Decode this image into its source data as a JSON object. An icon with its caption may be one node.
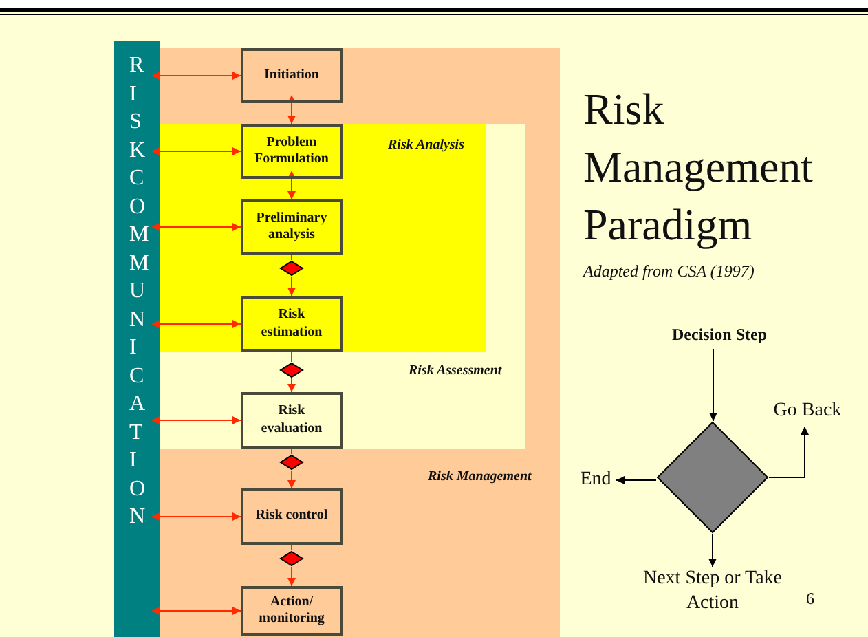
{
  "diagram": {
    "title": "Risk Management Paradigm",
    "caption": "Adapted from CSA (1997)",
    "nodes": [
      {
        "text": [
          "RISK COMMUNICATION"
        ]
      },
      {
        "text": [
          "Risk Management"
        ]
      },
      {
        "text": [
          "Initiation"
        ],
        "in": 1
      },
      {
        "text": [
          "Risk Assessment"
        ],
        "in": 1
      },
      {
        "text": [
          "Risk Analysis"
        ],
        "in": 3
      },
      {
        "text": [
          "Problem Formulation"
        ],
        "in": 4
      },
      {
        "text": [
          "Preliminary analysis"
        ],
        "in": 4
      },
      {
        "text": [],
        "shape": "diamond",
        "in": 4
      },
      {
        "text": [
          "Risk estimation"
        ],
        "in": 4
      },
      {
        "text": [],
        "shape": "diamond",
        "in": 3
      },
      {
        "text": [
          "Risk evaluation"
        ],
        "in": 3
      },
      {
        "text": [],
        "shape": "diamond",
        "in": 1
      },
      {
        "text": [
          "Risk control"
        ],
        "in": 1
      },
      {
        "text": [],
        "shape": "diamond",
        "in": 1
      },
      {
        "text": [
          "Action/ monitoring"
        ],
        "in": 1
      },
      {
        "text": [
          "Decision Step"
        ]
      },
      {
        "text": [],
        "shape": "diamond"
      },
      {
        "text": [
          "End"
        ]
      },
      {
        "text": [
          "Go Back"
        ]
      },
      {
        "text": [
          "Next Step or Take Action"
        ]
      }
    ],
    "edges": [
      {
        "from": 0,
        "to": 2,
        "arrow": "both"
      },
      {
        "from": 0,
        "to": 5,
        "arrow": "both"
      },
      {
        "from": 0,
        "to": 6,
        "arrow": "both"
      },
      {
        "from": 0,
        "to": 8,
        "arrow": "both"
      },
      {
        "from": 0,
        "to": 10,
        "arrow": "both"
      },
      {
        "from": 0,
        "to": 12,
        "arrow": "both"
      },
      {
        "from": 0,
        "to": 14,
        "arrow": "both"
      },
      {
        "from": 2,
        "to": 5,
        "arrow": "both"
      },
      {
        "from": 5,
        "to": 6,
        "arrow": "both"
      },
      {
        "from": 6,
        "to": 7,
        "arrow": "none"
      },
      {
        "from": 7,
        "to": 8,
        "arrow": "to"
      },
      {
        "from": 8,
        "to": 9,
        "arrow": "none"
      },
      {
        "from": 9,
        "to": 10,
        "arrow": "to"
      },
      {
        "from": 10,
        "to": 11,
        "arrow": "none"
      },
      {
        "from": 11,
        "to": 12,
        "arrow": "to"
      },
      {
        "from": 12,
        "to": 13,
        "arrow": "none"
      },
      {
        "from": 13,
        "to": 14,
        "arrow": "to"
      },
      {
        "from": 15,
        "to": 16,
        "arrow": "to",
        "color": "#000000"
      },
      {
        "from": 16,
        "to": 17,
        "arrow": "to",
        "color": "#000000"
      },
      {
        "from": 16,
        "to": 18,
        "arrow": "to",
        "color": "#000000"
      },
      {
        "from": 16,
        "to": 19,
        "arrow": "to",
        "color": "#000000"
      }
    ],
    "labels": [
      "6"
    ]
  }
}
